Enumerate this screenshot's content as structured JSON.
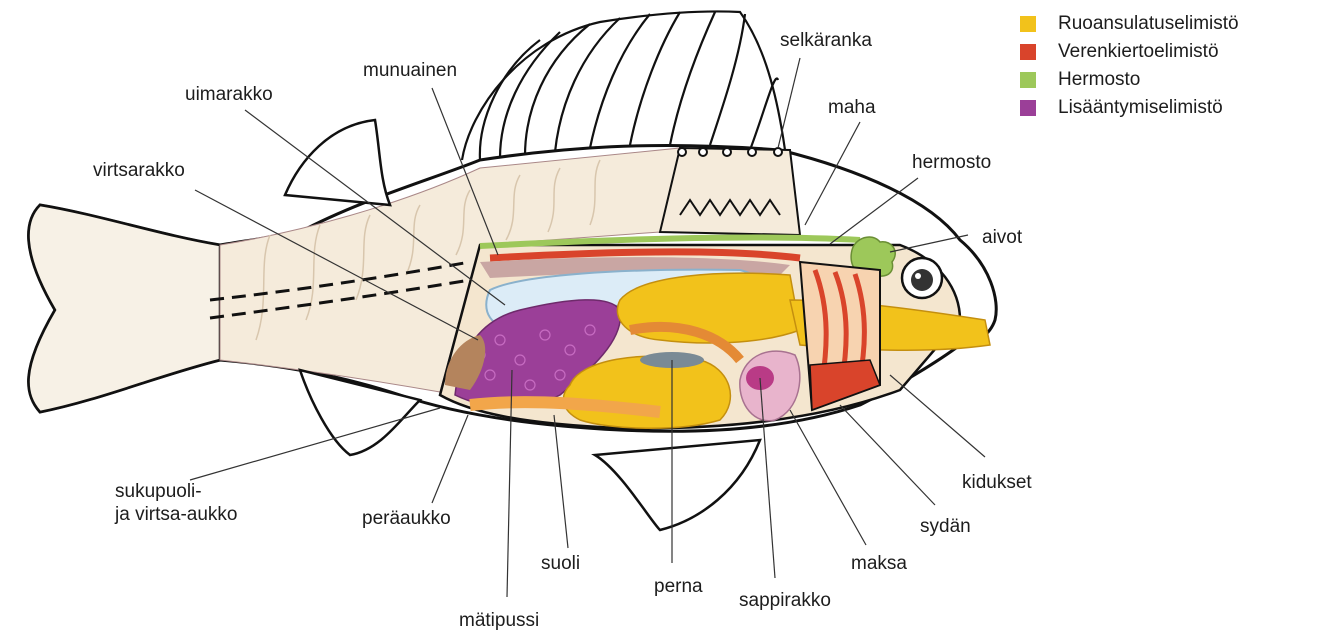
{
  "legend": [
    {
      "label": "Ruoansulatuselimistö",
      "color": "#f2c21b"
    },
    {
      "label": "Verenkiertoelimistö",
      "color": "#d9442b"
    },
    {
      "label": "Hermosto",
      "color": "#9dc85a"
    },
    {
      "label": "Lisääntymiselimistö",
      "color": "#9b3f98"
    }
  ],
  "labels": {
    "selkaranka": "selkäranka",
    "munuainen": "munuainen",
    "uimarakko": "uimarakko",
    "maha": "maha",
    "virtsarakko": "virtsarakko",
    "hermosto": "hermosto",
    "aivot": "aivot",
    "kidukset": "kidukset",
    "sukupuoli_1": "sukupuoli-",
    "sukupuoli_2": "ja virtsa-aukko",
    "peraaukko": "peräaukko",
    "sydan": "sydän",
    "suoli": "suoli",
    "maksa": "maksa",
    "perna": "perna",
    "sappirakko": "sappirakko",
    "matipussi": "mätipussi"
  }
}
